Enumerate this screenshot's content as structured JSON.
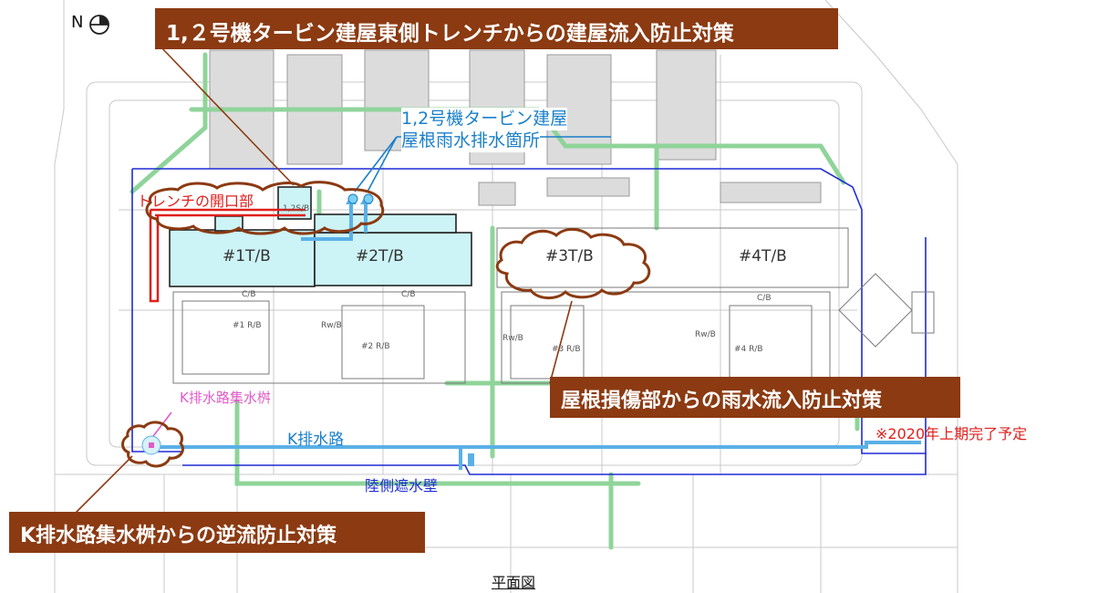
{
  "compass": {
    "north_label": "N"
  },
  "callouts": {
    "trench_measure": "1,２号機タービン建屋東側トレンチからの建屋流入防止対策",
    "roof_measure": "屋根損傷部からの雨水流入防止対策",
    "k_pit_measure": "K排水路集水桝からの逆流防止対策"
  },
  "labels": {
    "roof_drain_line1": "1,2号機タービン建屋",
    "roof_drain_line2": "屋根雨水排水箇所",
    "trench_opening": "トレンチの開口部",
    "k_pit": "K排水路集水桝",
    "k_channel": "K排水路",
    "schedule_note": "※2020年上期完了予定",
    "seaside_wall": "陸側遮水壁",
    "caption": "平面図"
  },
  "buildings": {
    "tb1": "#1T/B",
    "tb2": "#2T/B",
    "tb3": "#3T/B",
    "tb4": "#4T/B",
    "cb_left": "C/B",
    "cb_mid": "C/B",
    "cb_right": "C/B",
    "rb1": "#1 R/B",
    "rwb1": "Rw/B",
    "rb2": "#2 R/B",
    "rwb3": "Rw/B",
    "rb3": "#3 R/B",
    "rwb4": "Rw/B",
    "rb4": "#4 R/B",
    "small_12": "1,2S/B"
  },
  "colors": {
    "callout_bg": "#8b3a12",
    "building_fill": "#ccf3f5",
    "trench_red": "#e0201c",
    "drain_blue": "#5ab0e6",
    "wall_blue": "#1f2bd6",
    "green_route": "#8fd49a",
    "pit_pink": "#e05bc8"
  }
}
